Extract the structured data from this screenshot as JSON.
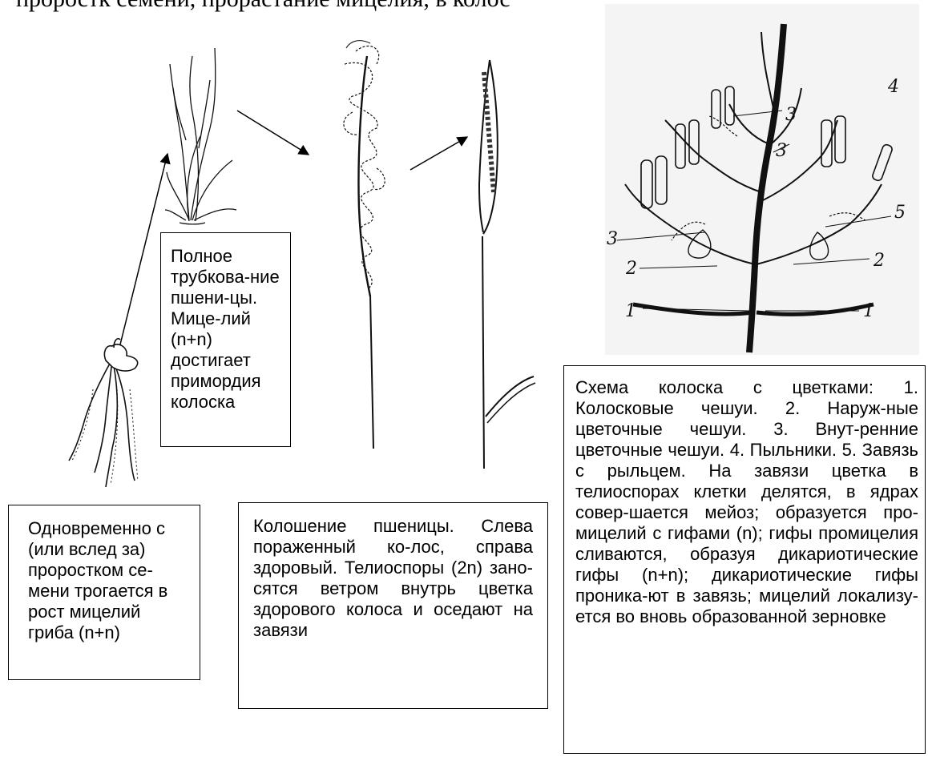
{
  "header_fragment": "проростк семени, прорастание мицелия, в колос",
  "boxes": {
    "tillering": "Полное трубкова-ние пшени-цы. Мице-лий (n+n) достигает примордия колоска",
    "germination": "Одновременно с (или вслед за) проростком се-мени трогается в рост мицелий гриба (n+n)",
    "heading": "Колошение пшеницы. Слева пораженный ко-лос, справа здоровый. Телиоспоры (2n) зано-сятся ветром внутрь цветка здорового колоса и оседают на завязи",
    "schema": "Схема колоска с цветками: 1. Колосковые чешуи. 2. Наруж-ные цветочные чешуи. 3. Внут-ренние цветочные чешуи. 4. Пыльники. 5. Завязь с рыльцем. На завязи цветка в телиоспорах клетки делятся, в ядрах совер-шается мейоз; образуется про-мицелий с гифами (n); гифы промицелия сливаются, образуя дикариотические гифы (n+n); дикариотические гифы проника-ют в завязь; мицелий локализу-ется во вновь образованной зерновке"
  },
  "schema_numbers": {
    "n1_left": "1",
    "n1_right": "1",
    "n2_left": "2",
    "n2_right": "2",
    "n3_top": "3",
    "n3_mid": "3",
    "n3_left": "3",
    "n4": "4",
    "n5": "5"
  }
}
